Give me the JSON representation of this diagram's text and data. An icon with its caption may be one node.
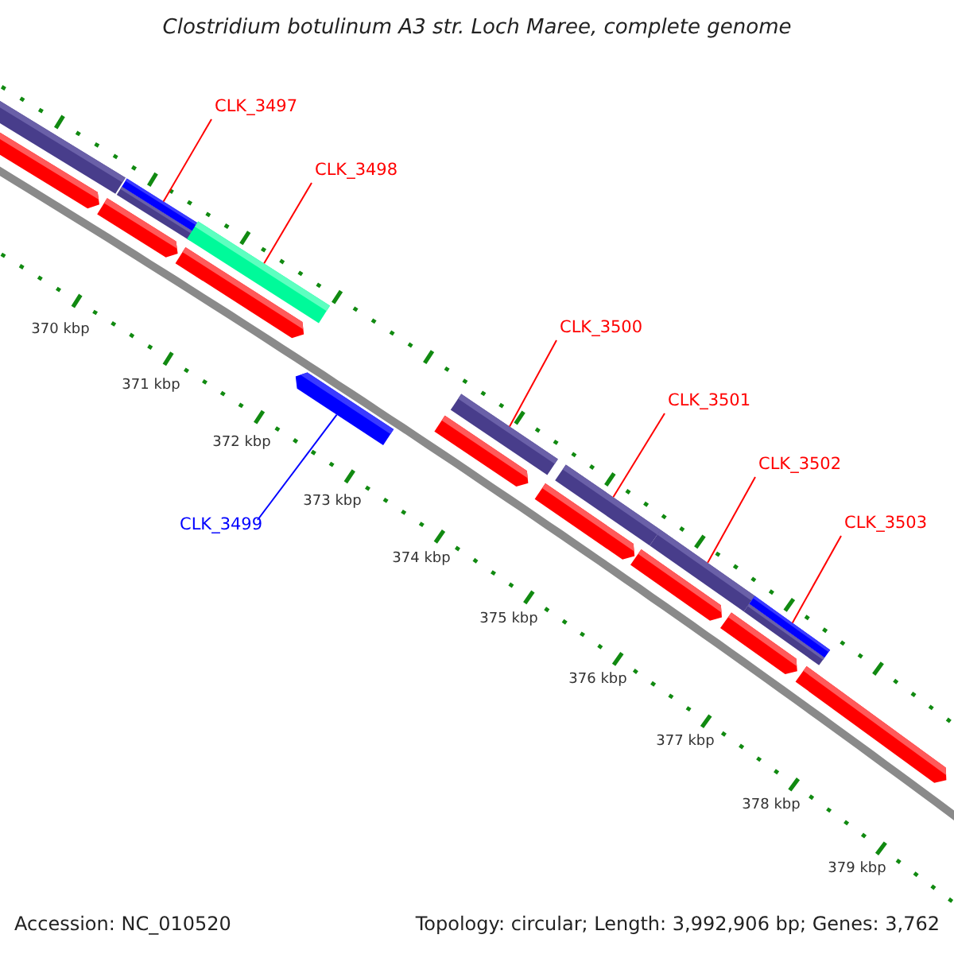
{
  "diagram": {
    "title": "Clostridium botulinum A3 str. Loch Maree, complete genome",
    "nodes": [
      {
        "text": [
          "CLK_3497"
        ]
      },
      {
        "text": [],
        "shape": "bar"
      },
      {
        "text": [
          "CLK_3498"
        ]
      },
      {
        "text": [],
        "shape": "bar"
      },
      {
        "text": [
          "CLK_3500"
        ]
      },
      {
        "text": [],
        "shape": "bar"
      },
      {
        "text": [
          "CLK_3501"
        ]
      },
      {
        "text": [],
        "shape": "bar"
      },
      {
        "text": [
          "CLK_3502"
        ]
      },
      {
        "text": [],
        "shape": "bar"
      },
      {
        "text": [
          "CLK_3503"
        ]
      },
      {
        "text": [],
        "shape": "bar"
      },
      {
        "text": [],
        "shape": "bar"
      },
      {
        "text": [
          "CLK_3499"
        ]
      }
    ],
    "edges": [
      {
        "from": 0,
        "to": 1,
        "arrow": "none"
      },
      {
        "from": 2,
        "to": 3,
        "arrow": "none"
      },
      {
        "from": 4,
        "to": 5,
        "arrow": "none"
      },
      {
        "from": 6,
        "to": 7,
        "arrow": "none"
      },
      {
        "from": 8,
        "to": 9,
        "arrow": "none"
      },
      {
        "from": 10,
        "to": 11,
        "arrow": "none"
      },
      {
        "from": 13,
        "to": 12,
        "arrow": "none",
        "color": "#0000ff"
      }
    ],
    "labels": [
      "370 kbp",
      "371 kbp",
      "372 kbp",
      "373 kbp",
      "374 kbp",
      "375 kbp",
      "376 kbp",
      "377 kbp",
      "378 kbp",
      "379 kbp",
      "Accession: NC_010520",
      "Topology: circular; Length: 3,992,906 bp; Genes: 3,762"
    ]
  }
}
